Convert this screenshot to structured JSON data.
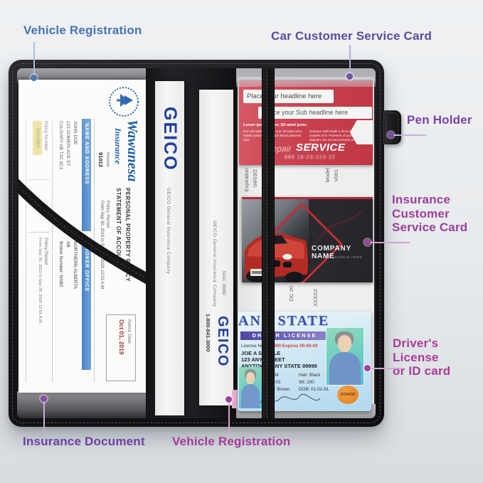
{
  "callouts": {
    "vehicle_registration_top": {
      "text": "Vehicle Registration",
      "color": "#4574b3"
    },
    "car_customer_service_card": {
      "text": "Car Customer  Service Card",
      "color": "#5d4b9e"
    },
    "pen_holder": {
      "text": "Pen Holder",
      "color": "#7a41a6"
    },
    "insurance_customer_service_card": {
      "text": "Insurance\nCustomer\nService Card",
      "color": "#9d3e9d"
    },
    "drivers_license": {
      "text": "Driver's License\nor ID card",
      "color": "#ac3a99"
    },
    "insurance_document": {
      "text": "Insurance Document",
      "color": "#6f3fa3"
    },
    "vehicle_registration_bottom": {
      "text": "Vehicle Registration",
      "color": "#a53a99"
    }
  },
  "insurance_doc": {
    "brand": "Wawanesa",
    "brand_sub": "Insurance",
    "title1": "PERSONAL PROPERTY POLICY",
    "title2": "STATEMENT OF ACCOUNT",
    "notice_label": "Notice Date",
    "notice_value": "Oct 01, 2019",
    "invoice_label": "Invoice",
    "invoice_value": "91013",
    "period_label": "Policy Period",
    "period_value": "From Sep 30, 2019 to Sep 30, 2020 12:01 A.M.",
    "name_header": "NAME AND ADDRESS",
    "addr1": "JOHN DOE",
    "addr2": "123 SOMEPLACE ST",
    "addr3": "CALGARY AB T2C 0C1",
    "broker_header": "BROKER OFFICE",
    "broker1": "NORTHERN ALBERTA",
    "broker2": "AB",
    "broker3": "Broker Number: NAB2",
    "policy_number_label": "Policy Number",
    "policy_number_value": "9101357"
  },
  "geico": {
    "brand": "GEICO",
    "company": "GEICO General Insurance Company",
    "naic": "NAIC: 35882",
    "phone": "1-800-841-3000"
  },
  "registration_paper": {
    "expiration_label": "Expiration",
    "expiration_value": "04/03/2",
    "model_label": "Model",
    "model_value": "V001",
    "code1": "DC 20",
    "code2": "XXXXX"
  },
  "service_card": {
    "headline": "Place your headline here",
    "subheadline": "Place your Sub headline here",
    "lead": "Lorem ipsum dolor. Sit amet justo.",
    "body_left": "Dui nisi habitasse nec con. Mi vitae arcu. Mattis parturient quisque lectus placerat quis.",
    "body_right": "Quisque sollicitudin a dicta of arcu, in sodales sed. Praesent of purus morbi aliquam nec eu sed posuere posuere odio et.",
    "repair": "Repair",
    "service": "SERVICE",
    "phone": "888 18-23-223-22"
  },
  "business_card": {
    "company": "COMPANY NAME",
    "slogan": "TAG YOUR SLOGAN HERE"
  },
  "license": {
    "state": "ANY STATE",
    "doc_type": "DRIVER LICENSE",
    "license_no_label": "License No.",
    "license_no": "999999",
    "expires": "Expires 00-00-00",
    "name": "JOE A SAMPLE",
    "addr1": "123 ANY STREET",
    "addr2": "ANYTOWN, ANY STATE 99999",
    "sex": "Sex: M",
    "hair": "Hair: Black",
    "ht": "Ht: 6-03",
    "wt": "Wt: 200",
    "eyes": "Eyes: Brown",
    "dob": "DOB: 01-01-81",
    "donor": "DONOR"
  }
}
